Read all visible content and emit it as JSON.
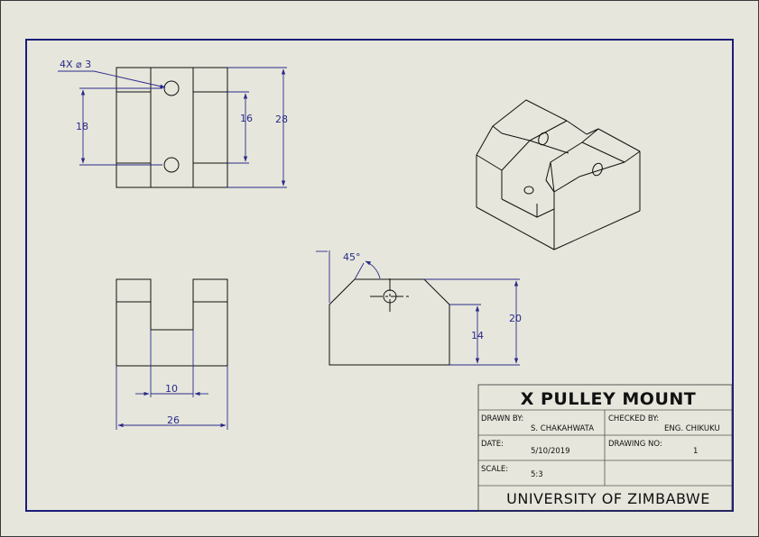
{
  "colors": {
    "border": "#1c1c7a",
    "dimension": "#2a2a8c",
    "geometry": "#111111",
    "paper": "#e6e6dc"
  },
  "dimensions": {
    "holes": "4X ⌀ 3",
    "hole_spacing": "18",
    "slot_depth_top": "16",
    "overall_depth": "28",
    "chamfer_angle": "45°",
    "shoulder_height": "14",
    "overall_height": "20",
    "slot_width": "10",
    "overall_width": "26"
  },
  "title_block": {
    "title": "X PULLEY MOUNT",
    "drawn_by_label": "DRAWN BY:",
    "drawn_by": "S. CHAKAHWATA",
    "checked_by_label": "CHECKED BY:",
    "checked_by": "ENG. CHIKUKU",
    "date_label": "DATE:",
    "date": "5/10/2019",
    "drawing_no_label": "DRAWING NO:",
    "drawing_no": "1",
    "scale_label": "SCALE:",
    "scale": "5:3",
    "institution": "UNIVERSITY OF ZIMBABWE"
  }
}
